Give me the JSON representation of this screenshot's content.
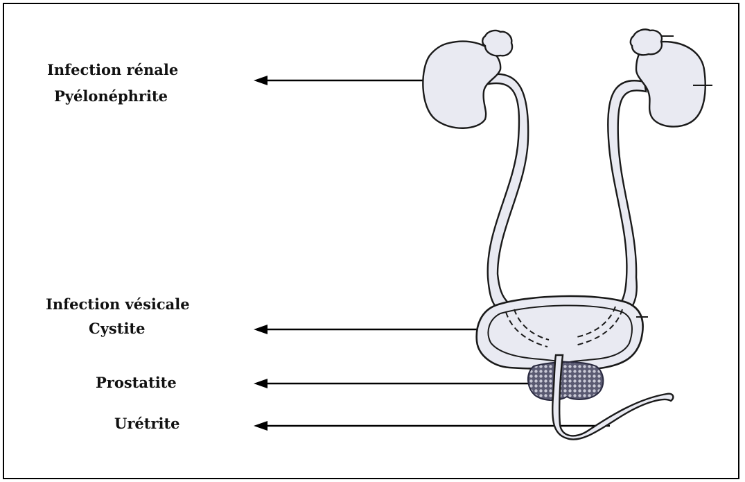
{
  "labels": {
    "kidney_line1": "Infection rénale",
    "kidney_line2": "Pyélonéphrite",
    "bladder_line1": "Infection vésicale",
    "bladder_line2": "Cystite",
    "prostate": "Prostatite",
    "urethra": "Urétrite"
  },
  "colors": {
    "organ_fill": "#e9eaf2",
    "outline": "#1a1a1a",
    "prostate_fill": "#3a3a52",
    "arrow": "#000000"
  }
}
